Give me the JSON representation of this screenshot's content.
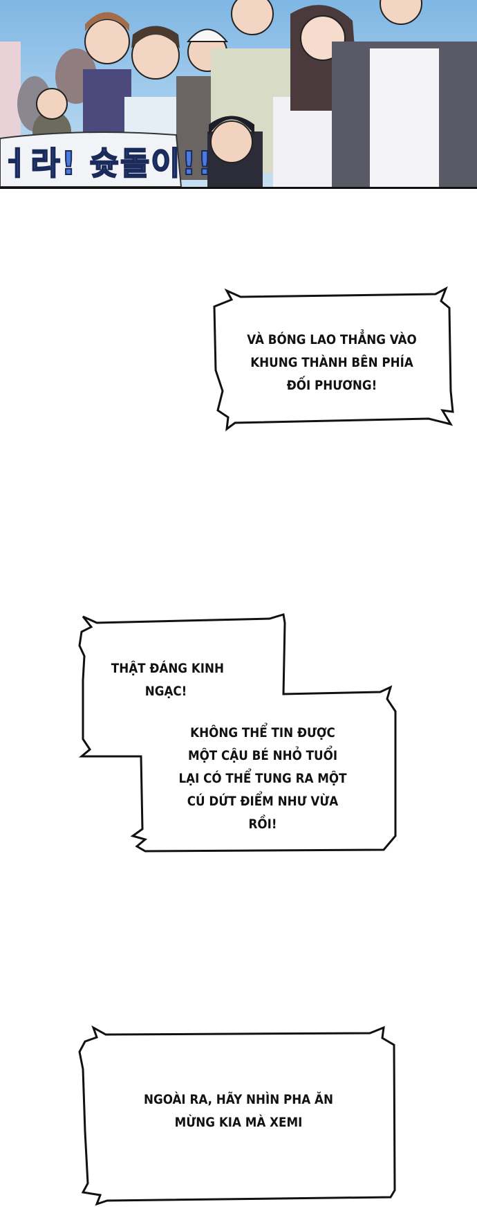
{
  "panel": {
    "banner_text": "ㅓ라! 슛돌이!!",
    "colors": {
      "sky": "#8fc0e8",
      "banner_text": "#4c7be0"
    }
  },
  "bubbles": [
    {
      "lines": [
        "VÀ BÓNG LAO THẲNG VÀO",
        "KHUNG THÀNH BÊN PHÍA",
        "ĐỐI PHƯƠNG!"
      ]
    },
    {
      "lines": [
        "THẬT ĐÁNG KINH",
        "NGẠC!"
      ]
    },
    {
      "lines": [
        "KHÔNG THỂ TIN ĐƯỢC",
        "MỘT CẬU BÉ NHỎ TUỔI",
        "LẠI CÓ THỂ TUNG RA MỘT",
        "CÚ DỨT ĐIỂM NHƯ VỪA",
        "RỒI!"
      ]
    },
    {
      "lines": [
        "NGOÀI RA, HÃY NHÌN PHA ĂN",
        "MỪNG KIA MÀ XEMI"
      ]
    }
  ]
}
